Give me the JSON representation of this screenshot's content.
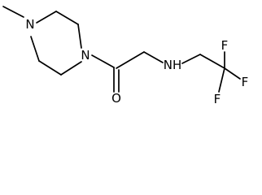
{
  "molecule": {
    "atom_labels": {
      "n_methyl": "N",
      "n_amide": "N",
      "oxygen": "O",
      "amine": "NH",
      "f_top": "F",
      "f_right": "F",
      "f_bottom": "F"
    }
  }
}
